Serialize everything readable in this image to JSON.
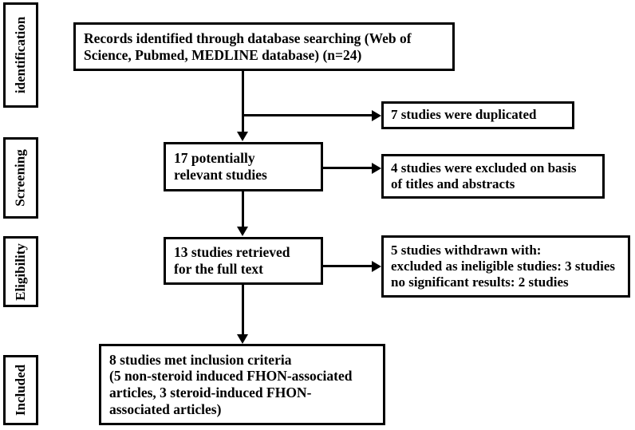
{
  "diagram": {
    "title": "PRISMA study selection flow diagram",
    "background_color": "#ffffff",
    "line_color": "#000000",
    "text_color": "#000000"
  },
  "stages": [
    {
      "key": "identification",
      "label": "identification"
    },
    {
      "key": "screening",
      "label": "Screening"
    },
    {
      "key": "eligibility",
      "label": "Eligibility"
    },
    {
      "key": "included",
      "label": "Included"
    }
  ],
  "main_boxes": {
    "records": {
      "text": "Records identified  through database searching (Web of\nScience, Pubmed, MEDLINE database) (n=24)",
      "count": 24
    },
    "potential": {
      "text": "17 potentially\nrelevant studies",
      "count": 17
    },
    "retrieved": {
      "text": "13 studies retrieved\nfor the full text",
      "count": 13
    },
    "included": {
      "text": "8 studies met inclusion  criteria\n(5 non-steroid induced FHON-associated\narticles, 3 steroid-induced FHON-\nassociated articles)",
      "count": 8,
      "non_steroid_induced": 5,
      "steroid_induced": 3
    }
  },
  "exclusion_boxes": {
    "duplicated": {
      "text": "7 studies were duplicated",
      "count": 7
    },
    "excluded_titles_abstracts": {
      "text": "4 studies were excluded on basis\nof titles and abstracts",
      "count": 4
    },
    "withdrawn": {
      "text": "5 studies withdrawn with:\nexcluded as ineligible studies: 3 studies\nno significant results: 2 studies",
      "count": 5,
      "ineligible": 3,
      "no_significant_results": 2
    }
  },
  "chart_data": {
    "type": "diagram",
    "title": "PRISMA flow of study selection",
    "nodes": [
      {
        "id": "records",
        "stage": "identification",
        "label": "Records identified through database searching (Web of Science, Pubmed, MEDLINE database) (n=24)",
        "value": 24
      },
      {
        "id": "duplicated",
        "stage": "identification",
        "label": "7 studies were duplicated",
        "value": 7
      },
      {
        "id": "potential",
        "stage": "screening",
        "label": "17 potentially relevant studies",
        "value": 17
      },
      {
        "id": "excluded",
        "stage": "screening",
        "label": "4 studies were excluded on basis of titles and abstracts",
        "value": 4
      },
      {
        "id": "retrieved",
        "stage": "eligibility",
        "label": "13 studies retrieved for the full text",
        "value": 13
      },
      {
        "id": "withdrawn",
        "stage": "eligibility",
        "label": "5 studies withdrawn with: excluded as ineligible studies: 3 studies; no significant results: 2 studies",
        "value": 5
      },
      {
        "id": "included",
        "stage": "included",
        "label": "8 studies met inclusion criteria (5 non-steroid induced FHON-associated articles, 3 steroid-induced FHON-associated articles)",
        "value": 8
      }
    ],
    "edges": [
      {
        "from": "records",
        "to": "potential",
        "kind": "down"
      },
      {
        "from": "records",
        "to": "duplicated",
        "kind": "right"
      },
      {
        "from": "potential",
        "to": "retrieved",
        "kind": "down"
      },
      {
        "from": "potential",
        "to": "excluded",
        "kind": "right"
      },
      {
        "from": "retrieved",
        "to": "included",
        "kind": "down"
      },
      {
        "from": "retrieved",
        "to": "withdrawn",
        "kind": "right"
      }
    ]
  }
}
